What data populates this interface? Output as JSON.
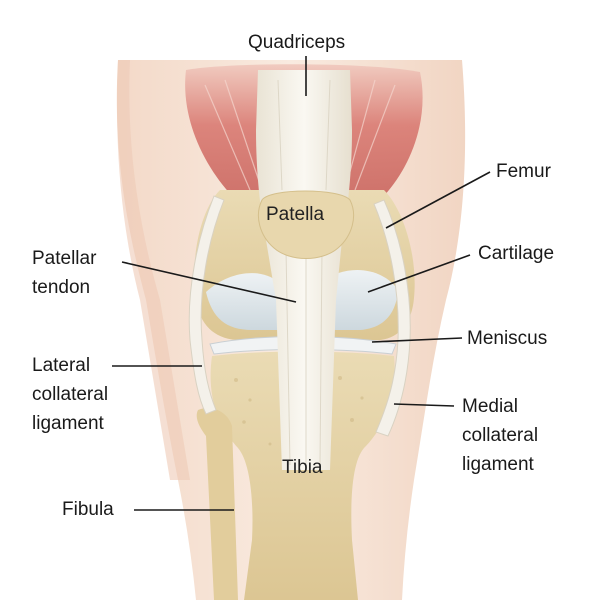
{
  "diagram": {
    "labels": {
      "quadriceps": "Quadriceps",
      "femur": "Femur",
      "patella": "Patella",
      "cartilage": "Cartilage",
      "patellar_tendon": [
        "Patellar",
        "tendon"
      ],
      "meniscus": "Meniscus",
      "lateral_collateral_ligament": [
        "Lateral",
        "collateral",
        "ligament"
      ],
      "medial_collateral_ligament": [
        "Medial",
        "collateral",
        "ligament"
      ],
      "tibia": "Tibia",
      "fibula": "Fibula"
    },
    "colors": {
      "skin": "#f6e1d2",
      "skin_shadow": "#eecab6",
      "muscle": "#d97a72",
      "bone": "#e6d3a6",
      "tendon": "#f3efe6",
      "cartilage": "#dfe6ea",
      "leader_line": "#1a1a1a"
    }
  }
}
